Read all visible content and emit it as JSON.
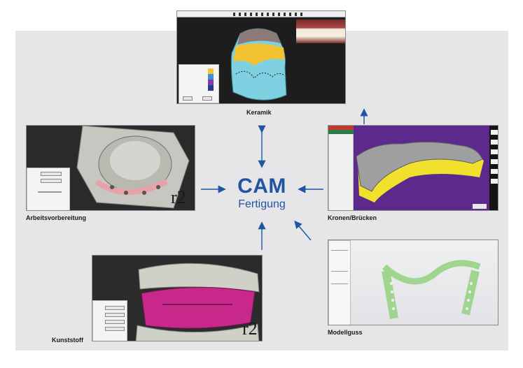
{
  "center": {
    "title": "CAM",
    "subtitle": "Fertigung"
  },
  "modules": [
    {
      "id": "keramik",
      "label": "Keramik"
    },
    {
      "id": "arbeitsvorbereitung",
      "label": "Arbeitsvorbereitung"
    },
    {
      "id": "kronen",
      "label": "Kronen/Brücken"
    },
    {
      "id": "kunststoff",
      "label": "Kunststoff"
    },
    {
      "id": "modellguss",
      "label": "Modellguss"
    }
  ],
  "watermarks": {
    "r2": "r2"
  },
  "colors": {
    "accent": "#1f55a3",
    "panel": "#e6e6e8",
    "ceramic_blue": "#7fd0e0",
    "ceramic_yellow": "#f2c230",
    "cad_purple": "#5b2a8c",
    "denture_magenta": "#c8288a",
    "model_green": "#9fd58e"
  }
}
